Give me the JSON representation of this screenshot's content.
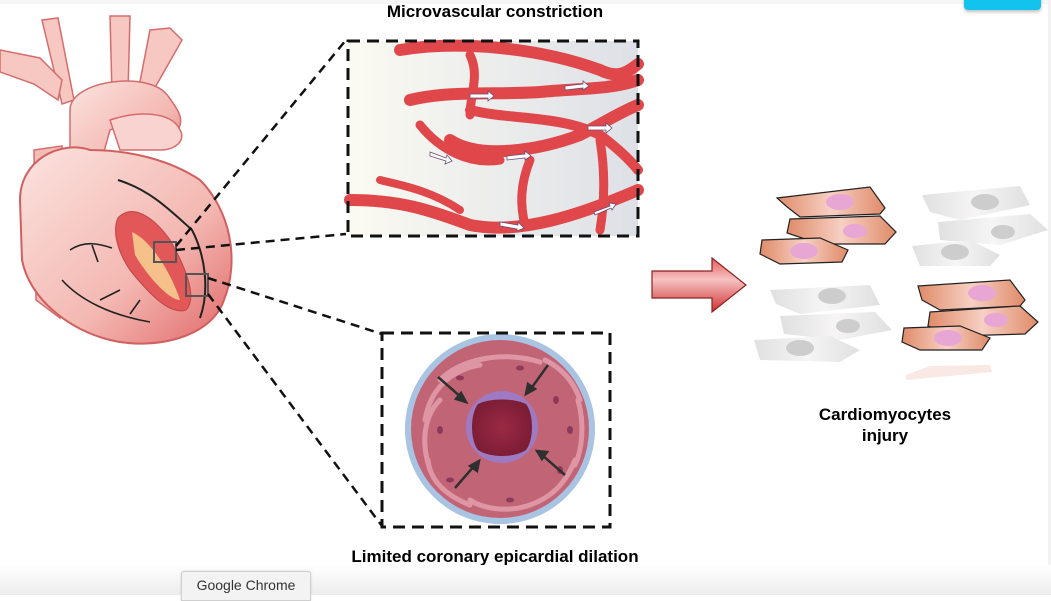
{
  "figure": {
    "labels": {
      "microvascular": "Microvascular constriction",
      "epicardial": "Limited coronary epicardial dilation",
      "cardiomyocytes": "Cardiomyocytes injury"
    },
    "panels": [
      "heart",
      "microvascular-network",
      "epicardial-vessel-cross-section",
      "cardiomyocytes"
    ],
    "colors": {
      "heart": "#f2b3ae",
      "vessel": "#e0474a",
      "arrow": "#d83a3a",
      "cell_healthy": "#e99a7a",
      "cell_nucleus": "#e7a6d4",
      "cell_injured": "#d8d8d8",
      "accent_button": "#12c3ee"
    }
  },
  "os": {
    "tooltip": "Google Chrome"
  }
}
